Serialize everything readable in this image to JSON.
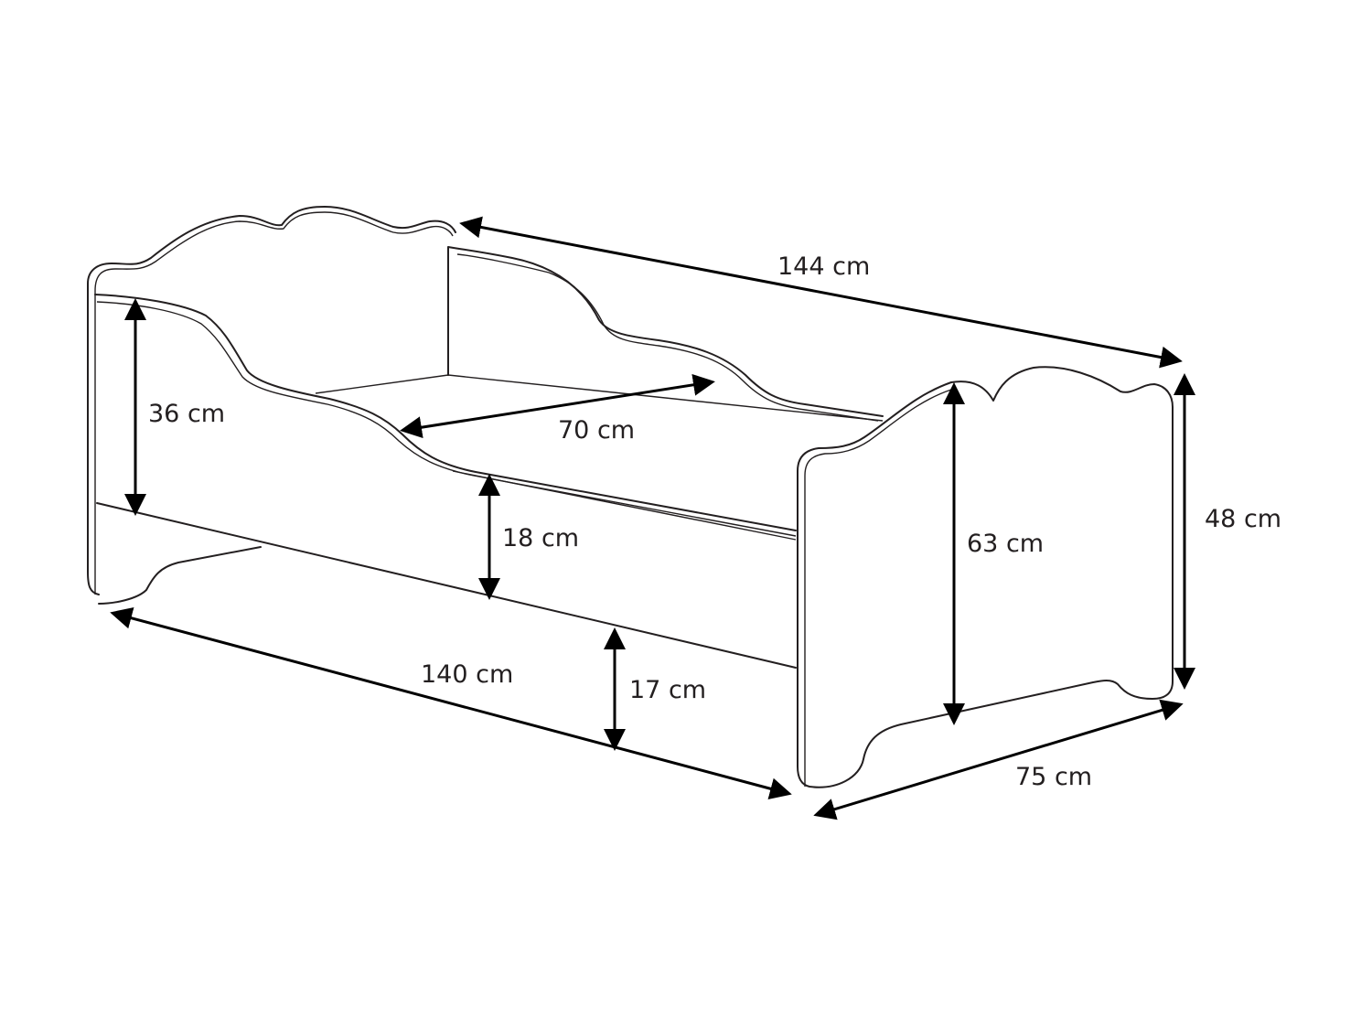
{
  "dimensions": {
    "total_length": "144 cm",
    "side_height": "36 cm",
    "mattress_width": "70 cm",
    "rail_height": "18 cm",
    "panel_height": "63 cm",
    "footboard_height": "48 cm",
    "mattress_length": "140 cm",
    "floor_clearance": "17 cm",
    "total_width": "75 cm"
  },
  "colors": {
    "line": "#231f20",
    "arrow": "#000000",
    "background": "#ffffff"
  }
}
